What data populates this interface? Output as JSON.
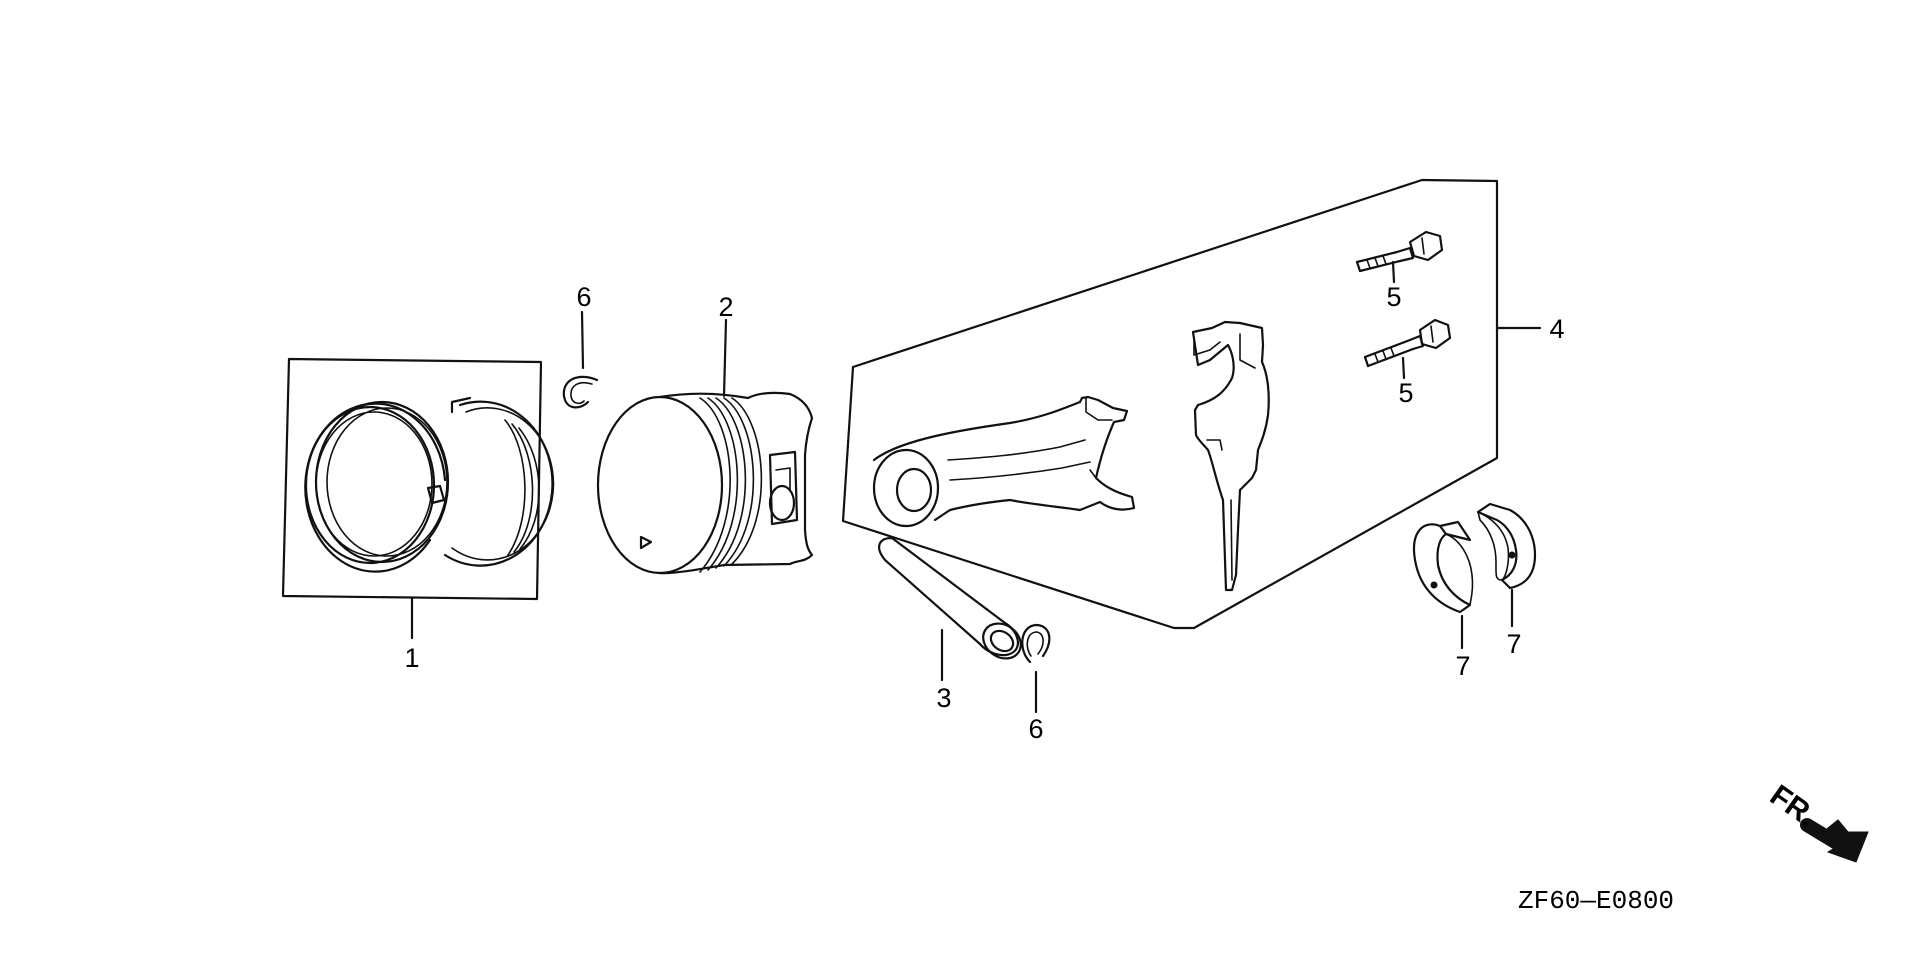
{
  "callouts": {
    "c1": "1",
    "c2": "2",
    "c3": "3",
    "c4": "4",
    "c5a": "5",
    "c5b": "5",
    "c6a": "6",
    "c6b": "6",
    "c7a": "7",
    "c7b": "7"
  },
  "front_indicator": "FR.",
  "diagram_code": "ZF60—E0800"
}
